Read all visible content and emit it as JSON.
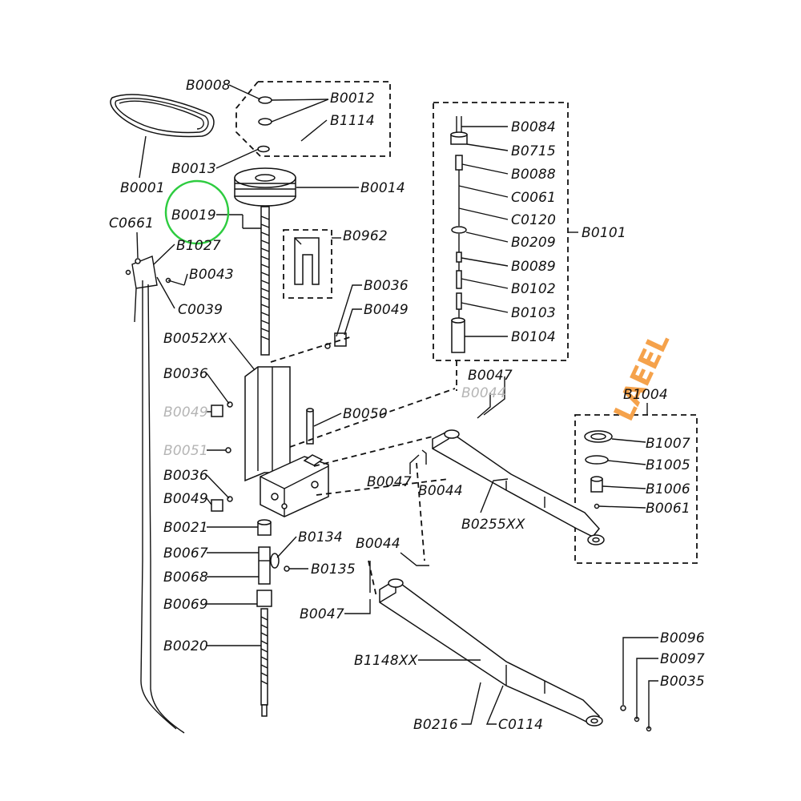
{
  "watermark": "LAEEL",
  "labels": {
    "b0008": "B0008",
    "b0012": "B0012",
    "b1114": "B1114",
    "b0013": "B0013",
    "b0014": "B0014",
    "b0001": "B0001",
    "b0019": "B0019",
    "c0661": "C0661",
    "b1027": "B1027",
    "b0043": "B0043",
    "c0039": "C0039",
    "b0962": "B0962",
    "b0036_a": "B0036",
    "b0049_a": "B0049",
    "b0052xx": "B0052XX",
    "b0036_b": "B0036",
    "b0049_b": "B0049",
    "b0050": "B0050",
    "b0051": "B0051",
    "b0036_c": "B0036",
    "b0049_c": "B0049",
    "b0021": "B0021",
    "b0067": "B0067",
    "b0068": "B0068",
    "b0069": "B0069",
    "b0020": "B0020",
    "b0134": "B0134",
    "b0135": "B0135",
    "b0044_a": "B0044",
    "b0047_a": "B0047",
    "b0084": "B0084",
    "b0715": "B0715",
    "b0088": "B0088",
    "c0061": "C0061",
    "c0120": "C0120",
    "b0209": "B0209",
    "b0089": "B0089",
    "b0102": "B0102",
    "b0103": "B0103",
    "b0104": "B0104",
    "b0101": "B0101",
    "b0047_b": "B0047",
    "b0044_b": "B0044",
    "b1004": "B1004",
    "b1007": "B1007",
    "b1005": "B1005",
    "b1006": "B1006",
    "b0061": "B0061",
    "b0047_c": "B0047",
    "b0044_c": "B0044",
    "b0255xx": "B0255XX",
    "b0096": "B0096",
    "b0097": "B0097",
    "b0035": "B0035",
    "b1148xx": "B1148XX",
    "b0216": "B0216",
    "c0114": "C0114"
  },
  "colors": {
    "line": "#111111",
    "highlight": "#2ecc40",
    "watermark": "#f5a24b",
    "faded_label": "#b5b5b5"
  }
}
